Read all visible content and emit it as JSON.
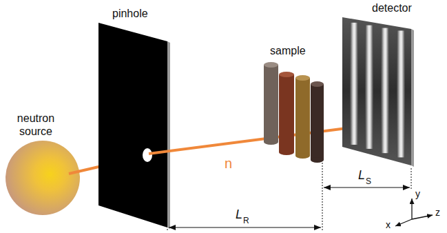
{
  "diagram": {
    "labels": [
      "neutron source",
      "pinhole",
      "sample",
      "detector",
      "n",
      "L",
      "R",
      "L",
      "S",
      "y",
      "x",
      "z"
    ]
  }
}
